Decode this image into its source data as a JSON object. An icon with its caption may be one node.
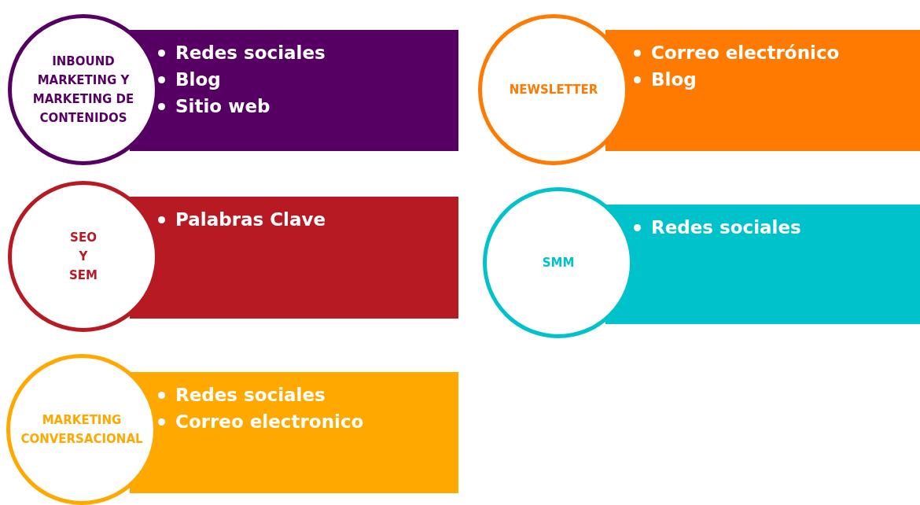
{
  "diagram": {
    "nodes": [
      {
        "text": [
          "INBOUND MARKETING Y MARKETING DE CONTENIDOS"
        ]
      },
      {
        "text": [
          "Redes sociales",
          "Blog",
          "Sitio web"
        ]
      },
      {
        "text": [
          "NEWSLETTER"
        ]
      },
      {
        "text": [
          "Correo electrónico",
          "Blog"
        ]
      },
      {
        "text": [
          "SEO Y SEM"
        ]
      },
      {
        "text": [
          "Palabras Clave"
        ]
      },
      {
        "text": [
          "SMM"
        ]
      },
      {
        "text": [
          "Redes sociales"
        ]
      },
      {
        "text": [
          "MARKETING CONVERSACIONAL"
        ]
      },
      {
        "text": [
          "Redes sociales",
          "Correo electronico"
        ]
      }
    ]
  }
}
